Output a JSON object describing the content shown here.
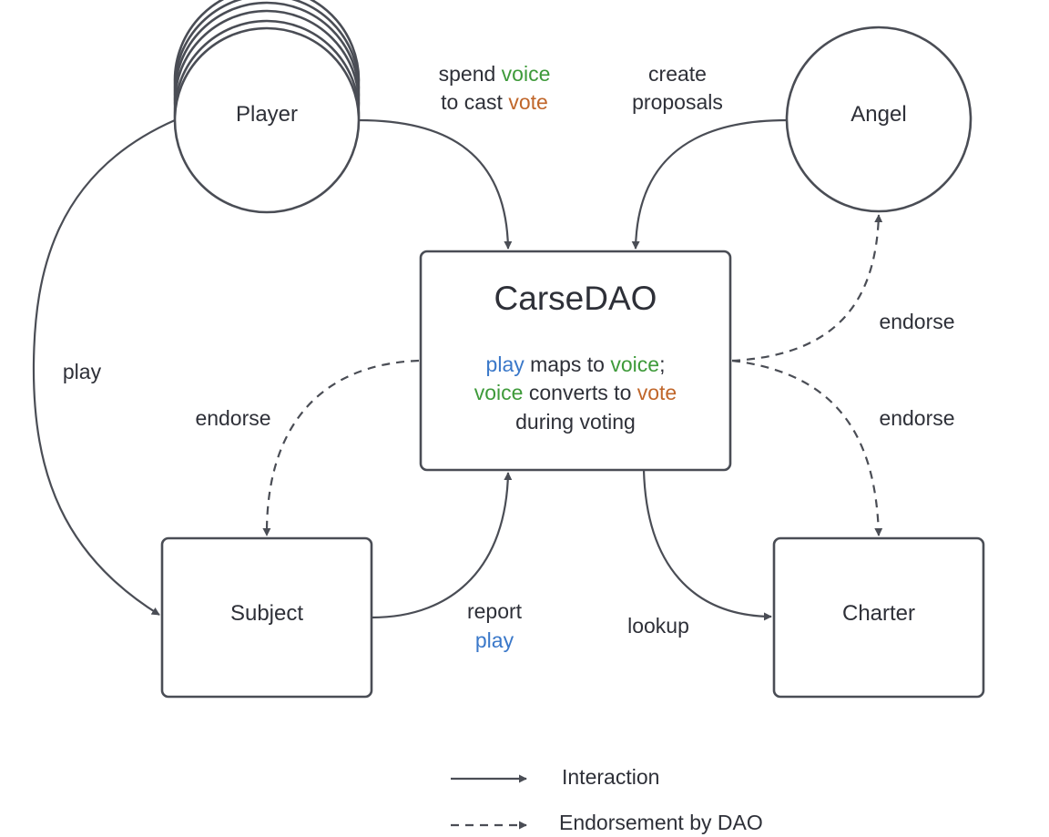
{
  "colors": {
    "stroke": "#4a4d55",
    "text": "#2e3038",
    "play": "#3a78c9",
    "voice": "#3e9a3a",
    "vote": "#c0662a"
  },
  "nodes": {
    "player": {
      "label": "Player",
      "shape": "stacked-circle"
    },
    "angel": {
      "label": "Angel",
      "shape": "circle"
    },
    "carsedao": {
      "title": "CarseDAO",
      "line1": {
        "play": "play",
        "mid": " maps to ",
        "voice": "voice",
        "end": ";"
      },
      "line2": {
        "voice": "voice",
        "mid": " converts to ",
        "vote": "vote"
      },
      "line3": "during voting"
    },
    "subject": {
      "label": "Subject"
    },
    "charter": {
      "label": "Charter"
    }
  },
  "edges": {
    "player_to_dao": {
      "line1_a": "spend ",
      "line1_voice": "voice",
      "line2_a": "to cast ",
      "line2_vote": "vote",
      "type": "interaction"
    },
    "angel_to_dao": {
      "line1": "create",
      "line2": "proposals",
      "type": "interaction"
    },
    "player_to_subject": {
      "label": "play",
      "type": "interaction"
    },
    "dao_to_subject": {
      "label": "endorse",
      "type": "endorsement"
    },
    "dao_to_angel": {
      "label": "endorse",
      "type": "endorsement"
    },
    "dao_to_charter": {
      "label": "endorse",
      "type": "endorsement"
    },
    "subject_to_dao": {
      "line1": "report",
      "line2": "play",
      "type": "interaction"
    },
    "dao_to_charter_lookup": {
      "label": "lookup",
      "type": "interaction"
    }
  },
  "legend": {
    "interaction": "Interaction",
    "endorsement": "Endorsement by DAO"
  }
}
